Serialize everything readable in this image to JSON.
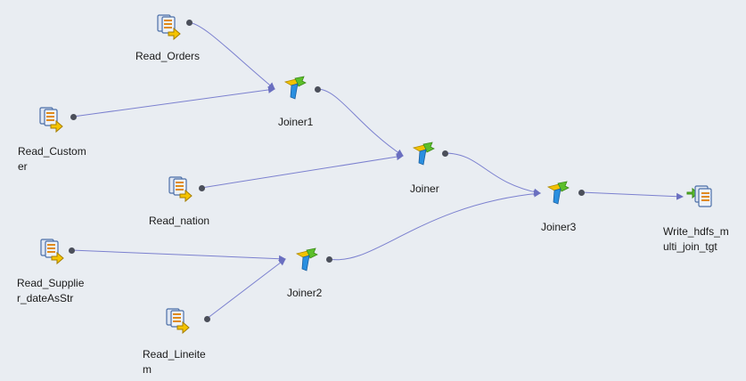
{
  "nodes": [
    {
      "id": "read_orders",
      "kind": "source",
      "label": "Read_Orders"
    },
    {
      "id": "read_customer",
      "kind": "source",
      "label": "Read_Custom\ner"
    },
    {
      "id": "read_nation",
      "kind": "source",
      "label": "Read_nation"
    },
    {
      "id": "read_supplier",
      "kind": "source",
      "label": "Read_Supplie\nr_dateAsStr"
    },
    {
      "id": "read_lineitem",
      "kind": "source",
      "label": "Read_Lineite\nm"
    },
    {
      "id": "joiner1",
      "kind": "joiner",
      "label": "Joiner1"
    },
    {
      "id": "joiner",
      "kind": "joiner",
      "label": "Joiner"
    },
    {
      "id": "joiner2",
      "kind": "joiner",
      "label": "Joiner2"
    },
    {
      "id": "joiner3",
      "kind": "joiner",
      "label": "Joiner3"
    },
    {
      "id": "write_hdfs",
      "kind": "target",
      "label": "Write_hdfs_m\nulti_join_tgt"
    }
  ],
  "edges": [
    {
      "from": "read_orders",
      "to": "joiner1"
    },
    {
      "from": "read_customer",
      "to": "joiner1"
    },
    {
      "from": "joiner1",
      "to": "joiner"
    },
    {
      "from": "read_nation",
      "to": "joiner"
    },
    {
      "from": "joiner",
      "to": "joiner3"
    },
    {
      "from": "read_supplier",
      "to": "joiner2"
    },
    {
      "from": "read_lineitem",
      "to": "joiner2"
    },
    {
      "from": "joiner2",
      "to": "joiner3"
    },
    {
      "from": "joiner3",
      "to": "write_hdfs"
    }
  ],
  "colors": {
    "edge": "#7b80cf",
    "port": "#4b4f5a",
    "joiner_yellow": "#f2c200",
    "joiner_green": "#5cbf2a",
    "joiner_blue": "#2a8fe0",
    "source_yellow": "#f5c400"
  }
}
